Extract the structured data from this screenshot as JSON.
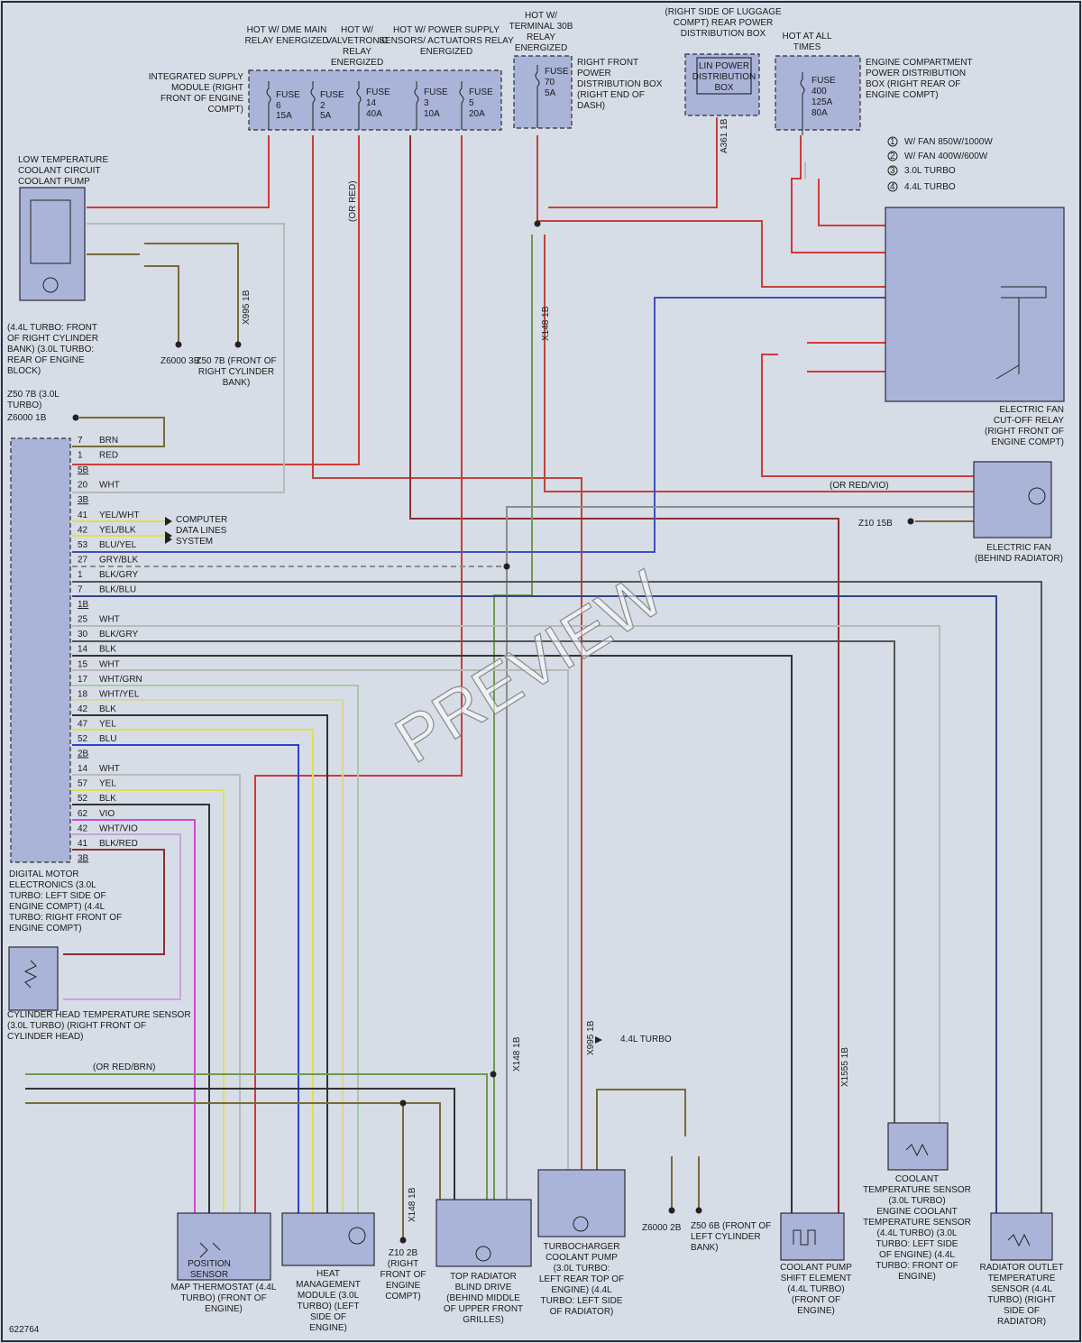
{
  "figure_id": "622764",
  "watermark": "PREVIEW",
  "colors": {
    "red": "#d23a3a",
    "red_brn": "#c0443c",
    "brn": "#7a6a3a",
    "wht": "#b9b9b9",
    "blu": "#2f3fcf",
    "blu_yel": "#3f4fbf",
    "yel": "#e0e04a",
    "gry": "#8c8c8c",
    "grn": "#6e9a4e",
    "blk": "#333333",
    "vio": "#d447d4",
    "wht_vio": "#c9a4d8",
    "wht_grn": "#a7c9a7",
    "wht_yel": "#d6d699",
    "blk_red": "#8a3030",
    "blk_blu": "#334488",
    "blk_gry": "#555555",
    "box": "#aab4d8",
    "background": "#d7dde6"
  },
  "power_headers": [
    "HOT W/ DME MAIN RELAY ENERGIZED",
    "HOT W/ VALVETRONIC RELAY ENERGIZED",
    "HOT W/ POWER SUPPLY SENSORS/ ACTUATORS RELAY ENERGIZED",
    "HOT W/ TERMINAL 30B RELAY ENERGIZED",
    "(RIGHT SIDE OF LUGGAGE COMPT) REAR POWER DISTRIBUTION BOX",
    "HOT AT ALL TIMES"
  ],
  "modules": {
    "ism": "INTEGRATED SUPPLY MODULE (RIGHT FRONT OF ENGINE COMPT)",
    "rfpdb": "RIGHT FRONT POWER DISTRIBUTION BOX (RIGHT END OF DASH)",
    "lin_box": "LIN POWER DISTRIBUTION BOX",
    "ecpdb": "ENGINE COMPARTMENT POWER DISTRIBUTION BOX (RIGHT REAR OF ENGINE COMPT)",
    "ltc_pump": "LOW TEMPERATURE COOLANT CIRCUIT COOLANT PUMP",
    "ltc_pump_loc": "(4.4L TURBO: FRONT OF RIGHT CYLINDER BANK) (3.0L TURBO: REAR OF ENGINE BLOCK)",
    "dme": "DIGITAL MOTOR ELECTRONICS (3.0L TURBO: LEFT SIDE OF ENGINE COMPT) (4.4L TURBO: RIGHT FRONT OF ENGINE COMPT)",
    "fan_relay": "ELECTRIC FAN CUT-OFF RELAY (RIGHT FRONT OF ENGINE COMPT)",
    "fan": "ELECTRIC FAN (BEHIND RADIATOR)",
    "cht_sensor": "CYLINDER HEAD TEMPERATURE SENSOR (3.0L TURBO) (RIGHT FRONT OF CYLINDER HEAD)",
    "map_thermostat": "MAP THERMOSTAT (4.4L TURBO) (FRONT OF ENGINE)",
    "position_sensor": "POSITION SENSOR",
    "heat_module": "HEAT MANAGEMENT MODULE (3.0L TURBO) (LEFT SIDE OF ENGINE)",
    "blind_drive": "TOP RADIATOR BLIND DRIVE (BEHIND MIDDLE OF UPPER FRONT GRILLES)",
    "turbo_pump": "TURBOCHARGER COOLANT PUMP (3.0L TURBO: LEFT REAR TOP OF ENGINE) (4.4L TURBO: LEFT SIDE OF RADIATOR)",
    "shift_element": "COOLANT PUMP SHIFT ELEMENT (4.4L TURBO) (FRONT OF ENGINE)",
    "ect_sensor": "COOLANT TEMPERATURE SENSOR (3.0L TURBO) ENGINE COOLANT TEMPERATURE SENSOR (4.4L TURBO) (3.0L TURBO: LEFT SIDE OF ENGINE) (4.4L TURBO: FRONT OF ENGINE)",
    "rad_sensor": "RADIATOR OUTLET TEMPERATURE SENSOR (4.4L TURBO) (RIGHT SIDE OF RADIATOR)",
    "computer_data": "COMPUTER DATA LINES SYSTEM"
  },
  "fuses": [
    {
      "label": "FUSE",
      "num": "6",
      "amp": "15A"
    },
    {
      "label": "FUSE",
      "num": "2",
      "amp": "5A"
    },
    {
      "label": "FUSE",
      "num": "14",
      "amp": "40A"
    },
    {
      "label": "FUSE",
      "num": "3",
      "amp": "10A"
    },
    {
      "label": "FUSE",
      "num": "5",
      "amp": "20A"
    },
    {
      "label": "FUSE",
      "num": "70",
      "amp": "5A"
    },
    {
      "label": "FUSE",
      "num": "400",
      "amp": "125A"
    },
    {
      "label": "",
      "num": "",
      "amp": "80A"
    }
  ],
  "legend": [
    {
      "num": "1",
      "text": "W/ FAN 850W/1000W"
    },
    {
      "num": "2",
      "text": "W/ FAN 400W/600W"
    },
    {
      "num": "3",
      "text": "3.0L TURBO"
    },
    {
      "num": "4",
      "text": "4.4L TURBO"
    }
  ],
  "dme_pins": [
    {
      "pin": "7",
      "color": "BRN"
    },
    {
      "pin": "1",
      "color": "RED"
    },
    {
      "pin": "5B",
      "color": ""
    },
    {
      "pin": "20",
      "color": "WHT"
    },
    {
      "pin": "3B",
      "color": ""
    },
    {
      "pin": "41",
      "color": "YEL/WHT"
    },
    {
      "pin": "42",
      "color": "YEL/BLK"
    },
    {
      "pin": "53",
      "color": "BLU/YEL"
    },
    {
      "pin": "27",
      "color": "GRY/BLK"
    },
    {
      "pin": "1",
      "color": "BLK/GRY"
    },
    {
      "pin": "7",
      "color": "BLK/BLU"
    },
    {
      "pin": "1B",
      "color": ""
    },
    {
      "pin": "25",
      "color": "WHT"
    },
    {
      "pin": "30",
      "color": "BLK/GRY"
    },
    {
      "pin": "14",
      "color": "BLK"
    },
    {
      "pin": "15",
      "color": "WHT"
    },
    {
      "pin": "17",
      "color": "WHT/GRN"
    },
    {
      "pin": "18",
      "color": "WHT/YEL"
    },
    {
      "pin": "42",
      "color": "BLK"
    },
    {
      "pin": "47",
      "color": "YEL"
    },
    {
      "pin": "52",
      "color": "BLU"
    },
    {
      "pin": "2B",
      "color": ""
    },
    {
      "pin": "14",
      "color": "WHT"
    },
    {
      "pin": "57",
      "color": "YEL"
    },
    {
      "pin": "52",
      "color": "BLK"
    },
    {
      "pin": "62",
      "color": "VIO"
    },
    {
      "pin": "42",
      "color": "WHT/VIO"
    },
    {
      "pin": "41",
      "color": "BLK/RED"
    },
    {
      "pin": "3B",
      "color": ""
    }
  ],
  "grounds": {
    "z6000_3b": "Z6000 3B",
    "z50_7b": "Z50 7B (FRONT OF RIGHT CYLINDER BANK)",
    "z50_7b_side": "Z50 7B (3.0L TURBO)",
    "z6000_1b": "Z6000 1B",
    "z10_15b": "Z10 15B",
    "z10_2b": "Z10 2B (RIGHT FRONT OF ENGINE COMPT)",
    "z6000_2b": "Z6000 2B",
    "z50_6b": "Z50 6B (FRONT OF LEFT CYLINDER BANK)"
  },
  "connectors": [
    "X995 1B",
    "X148 1B",
    "A361 1B",
    "X1555 1B"
  ],
  "notes": {
    "turbo44": "4.4L TURBO",
    "or_red_brn": "(OR RED/BRN)",
    "or_red_vio": "(OR RED/VIO)",
    "or_red": "(OR RED)"
  }
}
